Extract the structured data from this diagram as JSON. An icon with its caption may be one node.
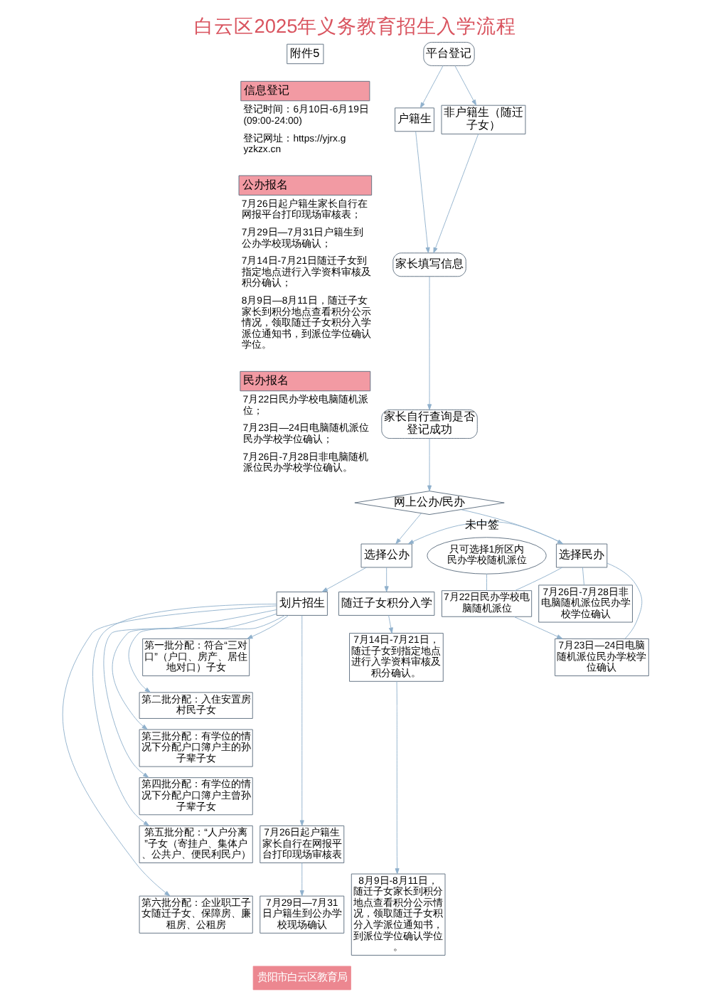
{
  "diagram": {
    "title": "白云区2025年义务教育招生入学流程",
    "caption": "贵阳市白云区教育局",
    "nodes": [
      {
        "text": [
          "附件5"
        ]
      },
      {
        "text": [
          "信息登记"
        ],
        "beside": [
          "登记时间：6月10日-6月19日(09:00-24:00)",
          "登记网址：https://yjrx.gyzkzx.cn"
        ]
      },
      {
        "text": [
          "公办报名"
        ],
        "beside": [
          "7月26日起户籍生家长自行在网报平台打印现场审核表；",
          "7月29日—7月31日户籍生到公办学校现场确认；",
          "7月14日-7月21日随迁子女到指定地点进行入学资料审核及积分确认；",
          "8月9日—8月11日，随迁子女家长到积分地点查看积分公示情况，领取随迁子女积分入学派位通知书，到派位学位确认学位。"
        ]
      },
      {
        "text": [
          "民办报名"
        ],
        "beside": [
          "7月22日民办学校电脑随机派位；",
          "7月23日—24日电脑随机派位民办学校学位确认；",
          "7月26日-7月28日非电脑随机派位民办学校学位确认。"
        ]
      },
      {
        "text": [
          "平台登记"
        ]
      },
      {
        "text": [
          "户籍生"
        ]
      },
      {
        "text": [
          "非户籍生（随迁子女）"
        ]
      },
      {
        "text": [
          "家长填写信息"
        ]
      },
      {
        "text": [
          "家长自行查询是否登记成功"
        ]
      },
      {
        "text": [
          "网上公办/民办"
        ]
      },
      {
        "text": [
          "选择公办"
        ]
      },
      {
        "text": [
          "选择民办"
        ]
      },
      {
        "text": [
          "划片招生"
        ]
      },
      {
        "text": [
          "随迁子女积分入学"
        ]
      },
      {
        "text": [
          "只可选择1所区内民办学校随机派位"
        ]
      },
      {
        "text": [
          "7月22日民办学校电脑随机派位"
        ]
      },
      {
        "text": [
          "7月23日—24日电脑随机派位民办学校学位确认"
        ]
      },
      {
        "text": [
          "7月26日-7月28日非电脑随机派位民办学校学位确认"
        ]
      },
      {
        "text": [
          "第一批分配：符合“三对口”（户口、房产、居住地对口）子女"
        ]
      },
      {
        "text": [
          "第二批分配：入住安置房村民子女"
        ]
      },
      {
        "text": [
          "第三批分配：有学位的情况下分配户口簿户主的孙子辈子女"
        ]
      },
      {
        "text": [
          "第四批分配：有学位的情况下分配户口簿户主曾孙子辈子女"
        ]
      },
      {
        "text": [
          "第五批分配：“人户分离”子女（寄挂户、集体户、公共户、便民利民户）"
        ]
      },
      {
        "text": [
          "第六批分配：企业职工子女随迁子女、保障房、廉租房、公租房"
        ]
      },
      {
        "text": [
          "7月26日起户籍生家长自行在网报平台打印现场审核表"
        ]
      },
      {
        "text": [
          "7月29日—7月31日户籍生到公办学校现场确认"
        ]
      },
      {
        "text": [
          "7月14日-7月21日，随迁子女到指定地点进行入学资料审核及积分确认。"
        ]
      },
      {
        "text": [
          "8月9日-8月11日，随迁子女家长到积分地点查看积分公示情况，领取随迁子女积分入学派位通知书，到派位学位确认学位。"
        ]
      }
    ],
    "edges": [
      {
        "from": 4,
        "to": 5,
        "arrow": "to"
      },
      {
        "from": 4,
        "to": 6,
        "arrow": "to"
      },
      {
        "from": 5,
        "to": 7,
        "arrow": "to"
      },
      {
        "from": 6,
        "to": 7,
        "arrow": "to"
      },
      {
        "from": 7,
        "to": 8,
        "arrow": "to"
      },
      {
        "from": 8,
        "to": 9,
        "arrow": "to"
      },
      {
        "from": 9,
        "to": 10,
        "arrow": "to"
      },
      {
        "from": 9,
        "to": 11,
        "arrow": "to"
      },
      {
        "from": 11,
        "to": 10,
        "arrow": "to",
        "label": "未中签"
      },
      {
        "from": 10,
        "to": 12,
        "arrow": "to"
      },
      {
        "from": 10,
        "to": 13,
        "arrow": "to"
      },
      {
        "from": 14,
        "to": 15,
        "arrow": "none"
      },
      {
        "from": 11,
        "to": 15,
        "arrow": "none"
      },
      {
        "from": 11,
        "to": 16,
        "arrow": "none"
      },
      {
        "from": 11,
        "to": 17,
        "arrow": "none"
      },
      {
        "from": 15,
        "to": 16,
        "arrow": "to"
      },
      {
        "from": 12,
        "to": 18,
        "arrow": "to"
      },
      {
        "from": 12,
        "to": 19,
        "arrow": "to"
      },
      {
        "from": 12,
        "to": 20,
        "arrow": "to"
      },
      {
        "from": 12,
        "to": 21,
        "arrow": "to"
      },
      {
        "from": 12,
        "to": 22,
        "arrow": "to"
      },
      {
        "from": 12,
        "to": 23,
        "arrow": "to"
      },
      {
        "from": 12,
        "to": 24,
        "arrow": "to"
      },
      {
        "from": 24,
        "to": 25,
        "arrow": "to"
      },
      {
        "from": 13,
        "to": 26,
        "arrow": "to"
      },
      {
        "from": 26,
        "to": 27,
        "arrow": "to"
      }
    ]
  }
}
